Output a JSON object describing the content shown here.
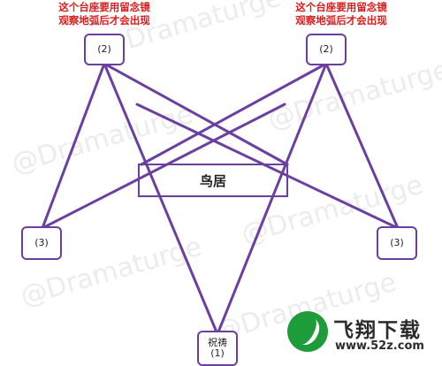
{
  "watermark": "@Dramaturge",
  "annotations": {
    "left_note_line1": "这个台座要用留念镜",
    "left_note_line2": "观察地弧后才会出现",
    "right_note_line1": "这个台座要用留念镜",
    "right_note_line2": "观察地弧后才会出现"
  },
  "nodes": {
    "top_left": "(2)",
    "top_right": "(2)",
    "mid_left": "(3)",
    "mid_right": "(3)",
    "bottom_line1": "祝祷",
    "bottom_line2": "(1)"
  },
  "torii_label": "鸟居",
  "logo": {
    "title": "飞翔下载",
    "url": "www.52z.com"
  },
  "colors": {
    "line": "#6a3fa0",
    "note_text": "#d81e1e",
    "logo_green": "#1f9c3a"
  }
}
